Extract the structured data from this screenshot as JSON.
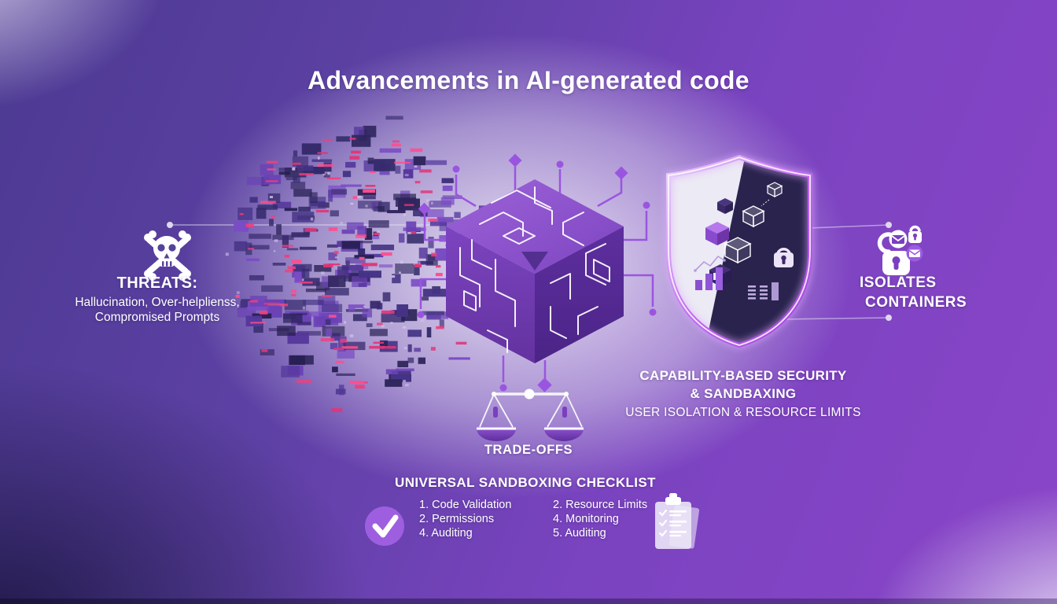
{
  "title": "Advancements in AI-generated code",
  "threats": {
    "heading": "THREATS:",
    "line1": "Hallucination, Over-helplienss,",
    "line2": "Compromised Prompts"
  },
  "capability": {
    "line1": "CAPABILITY-BASED SECURITY",
    "line2": "& SANDBAXING",
    "line3": "USER ISOLATION & RESOURCE LIMITS"
  },
  "isolates": {
    "line1": "ISOLATES",
    "line2": "CONTAINERS"
  },
  "tradeoffs": {
    "label": "TRADE-OFFS"
  },
  "checklist": {
    "heading": "UNIVERSAL SANDBOXING CHECKLIST",
    "col1": [
      "1. Code Validation",
      "2. Permissions",
      "4. Auditing"
    ],
    "col2": [
      "2. Resource Limits",
      "4. Monitoring",
      "5. Auditing"
    ]
  },
  "icons": {
    "threat": "skull-crossbones-icon",
    "center": "circuit-cube-icon",
    "security": "security-shield-icon",
    "isolation": "padlock-cluster-icon",
    "tradeoff": "balance-scale-icon",
    "checklist_left": "check-circle-icon",
    "checklist_right": "clipboard-checklist-icon"
  },
  "colors": {
    "accent_purple": "#9b5ce0",
    "glitch_pink": "#ef3f7e",
    "shield_stroke": "#c26cf0",
    "dark_navy": "#2a234e",
    "background_top_right": "#8a45c8",
    "background_top_left": "#4c3a92"
  }
}
